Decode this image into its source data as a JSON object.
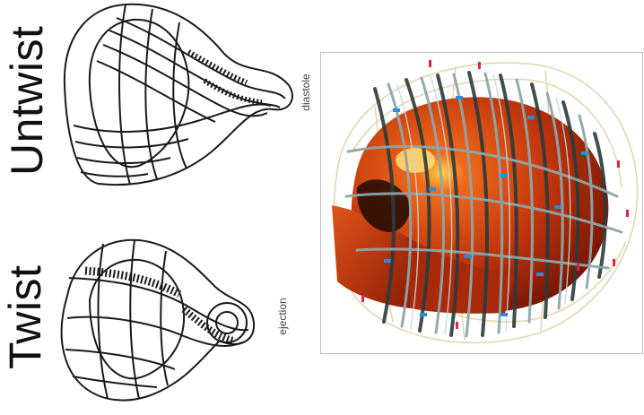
{
  "labels": {
    "untwist": "Untwist",
    "twist": "Twist",
    "diastole": "diastole",
    "ejection": "ejection"
  },
  "colors": {
    "muscle_dark": "#7a1604",
    "muscle_mid": "#c2360d",
    "muscle_light": "#f06a1c",
    "highlight": "#ffd54a",
    "fiber": "#8fa6a8",
    "fiber_dark": "#2b3b3d",
    "marker_blue": "#2a8bd6",
    "marker_red": "#e0243a",
    "outline_beige": "#e3d6b0"
  }
}
